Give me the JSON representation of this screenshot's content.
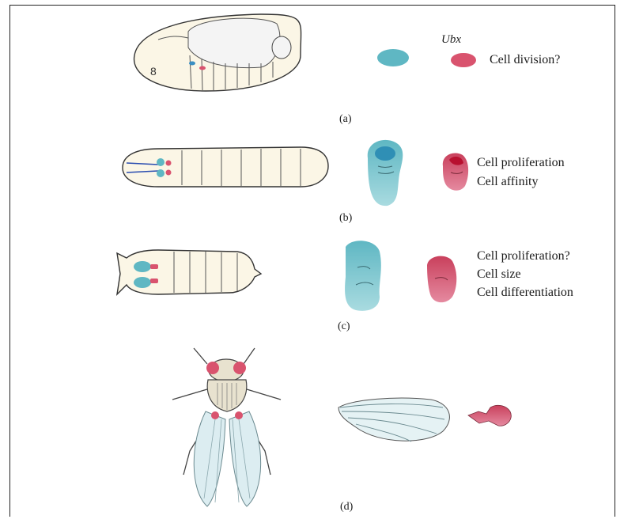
{
  "segment_label": "8",
  "gene_label": "Ubx",
  "panels": [
    {
      "id": "a",
      "label": "(a)",
      "roles": [
        "Cell division?"
      ]
    },
    {
      "id": "b",
      "label": "(b)",
      "roles": [
        "Cell proliferation",
        "Cell affinity"
      ]
    },
    {
      "id": "c",
      "label": "(c)",
      "roles": [
        "Cell proliferation?",
        "Cell size",
        "Cell differentiation"
      ]
    },
    {
      "id": "d",
      "label": "(d)",
      "roles": []
    }
  ],
  "colors": {
    "wing_teal": "#5fb7c3",
    "haltere_red": "#d9536e",
    "body_cream": "#fbf6e6",
    "outline": "#333333"
  }
}
